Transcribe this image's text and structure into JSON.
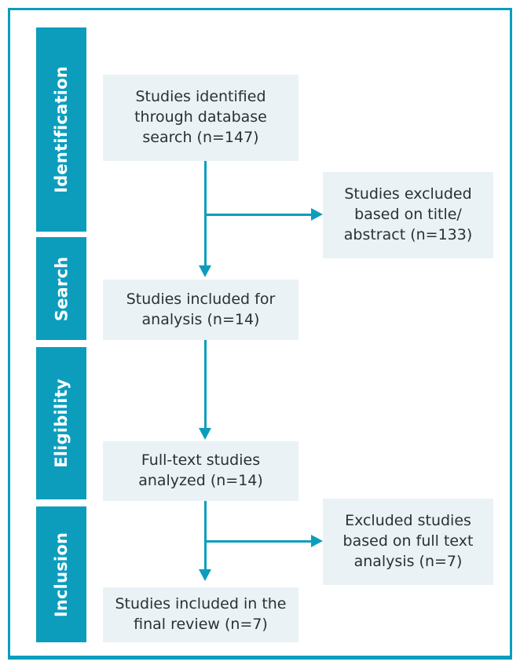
{
  "figure": {
    "type": "prisma-flow-diagram",
    "colors": {
      "accent": "#0c9dbd",
      "box_fill": "#eaf2f6",
      "box_text": "#2b3033",
      "band_text": "#ffffff",
      "page_background": "#ffffff"
    }
  },
  "stages": [
    {
      "label": "Identification"
    },
    {
      "label": "Search"
    },
    {
      "label": "Eligibility"
    },
    {
      "label": "Inclusion"
    }
  ],
  "boxes": {
    "identified": "Studies identified through database search (n=147)",
    "excluded_title_abstract": "Studies excluded based on title/ abstract (n=133)",
    "included_analysis": "Studies included for analysis (n=14)",
    "full_text_analyzed": "Full-text studies analyzed (n=14)",
    "excluded_full_text": "Excluded studies based on full text analysis (n=7)",
    "included_final": "Studies included in the final review (n=7)"
  },
  "chart_data": {
    "type": "diagram",
    "title": "PRISMA study selection flow",
    "nodes": [
      {
        "id": "identified",
        "stage": "Identification",
        "label": "Studies identified through database search (n=147)",
        "n": 147,
        "column": "main"
      },
      {
        "id": "excluded_title_abstract",
        "stage": "Identification",
        "label": "Studies excluded based on title/ abstract (n=133)",
        "n": 133,
        "column": "side"
      },
      {
        "id": "included_analysis",
        "stage": "Search",
        "label": "Studies included for analysis (n=14)",
        "n": 14,
        "column": "main"
      },
      {
        "id": "full_text_analyzed",
        "stage": "Eligibility",
        "label": "Full-text studies analyzed (n=14)",
        "n": 14,
        "column": "main"
      },
      {
        "id": "excluded_full_text",
        "stage": "Inclusion",
        "label": "Excluded studies based on full text analysis (n=7)",
        "n": 7,
        "column": "side"
      },
      {
        "id": "included_final",
        "stage": "Inclusion",
        "label": "Studies included in the final review (n=7)",
        "n": 7,
        "column": "main"
      }
    ],
    "edges": [
      {
        "from": "identified",
        "to": "included_analysis",
        "direction": "down"
      },
      {
        "from": "identified",
        "to": "excluded_title_abstract",
        "direction": "right"
      },
      {
        "from": "included_analysis",
        "to": "full_text_analyzed",
        "direction": "down"
      },
      {
        "from": "full_text_analyzed",
        "to": "included_final",
        "direction": "down"
      },
      {
        "from": "full_text_analyzed",
        "to": "excluded_full_text",
        "direction": "right"
      }
    ]
  }
}
